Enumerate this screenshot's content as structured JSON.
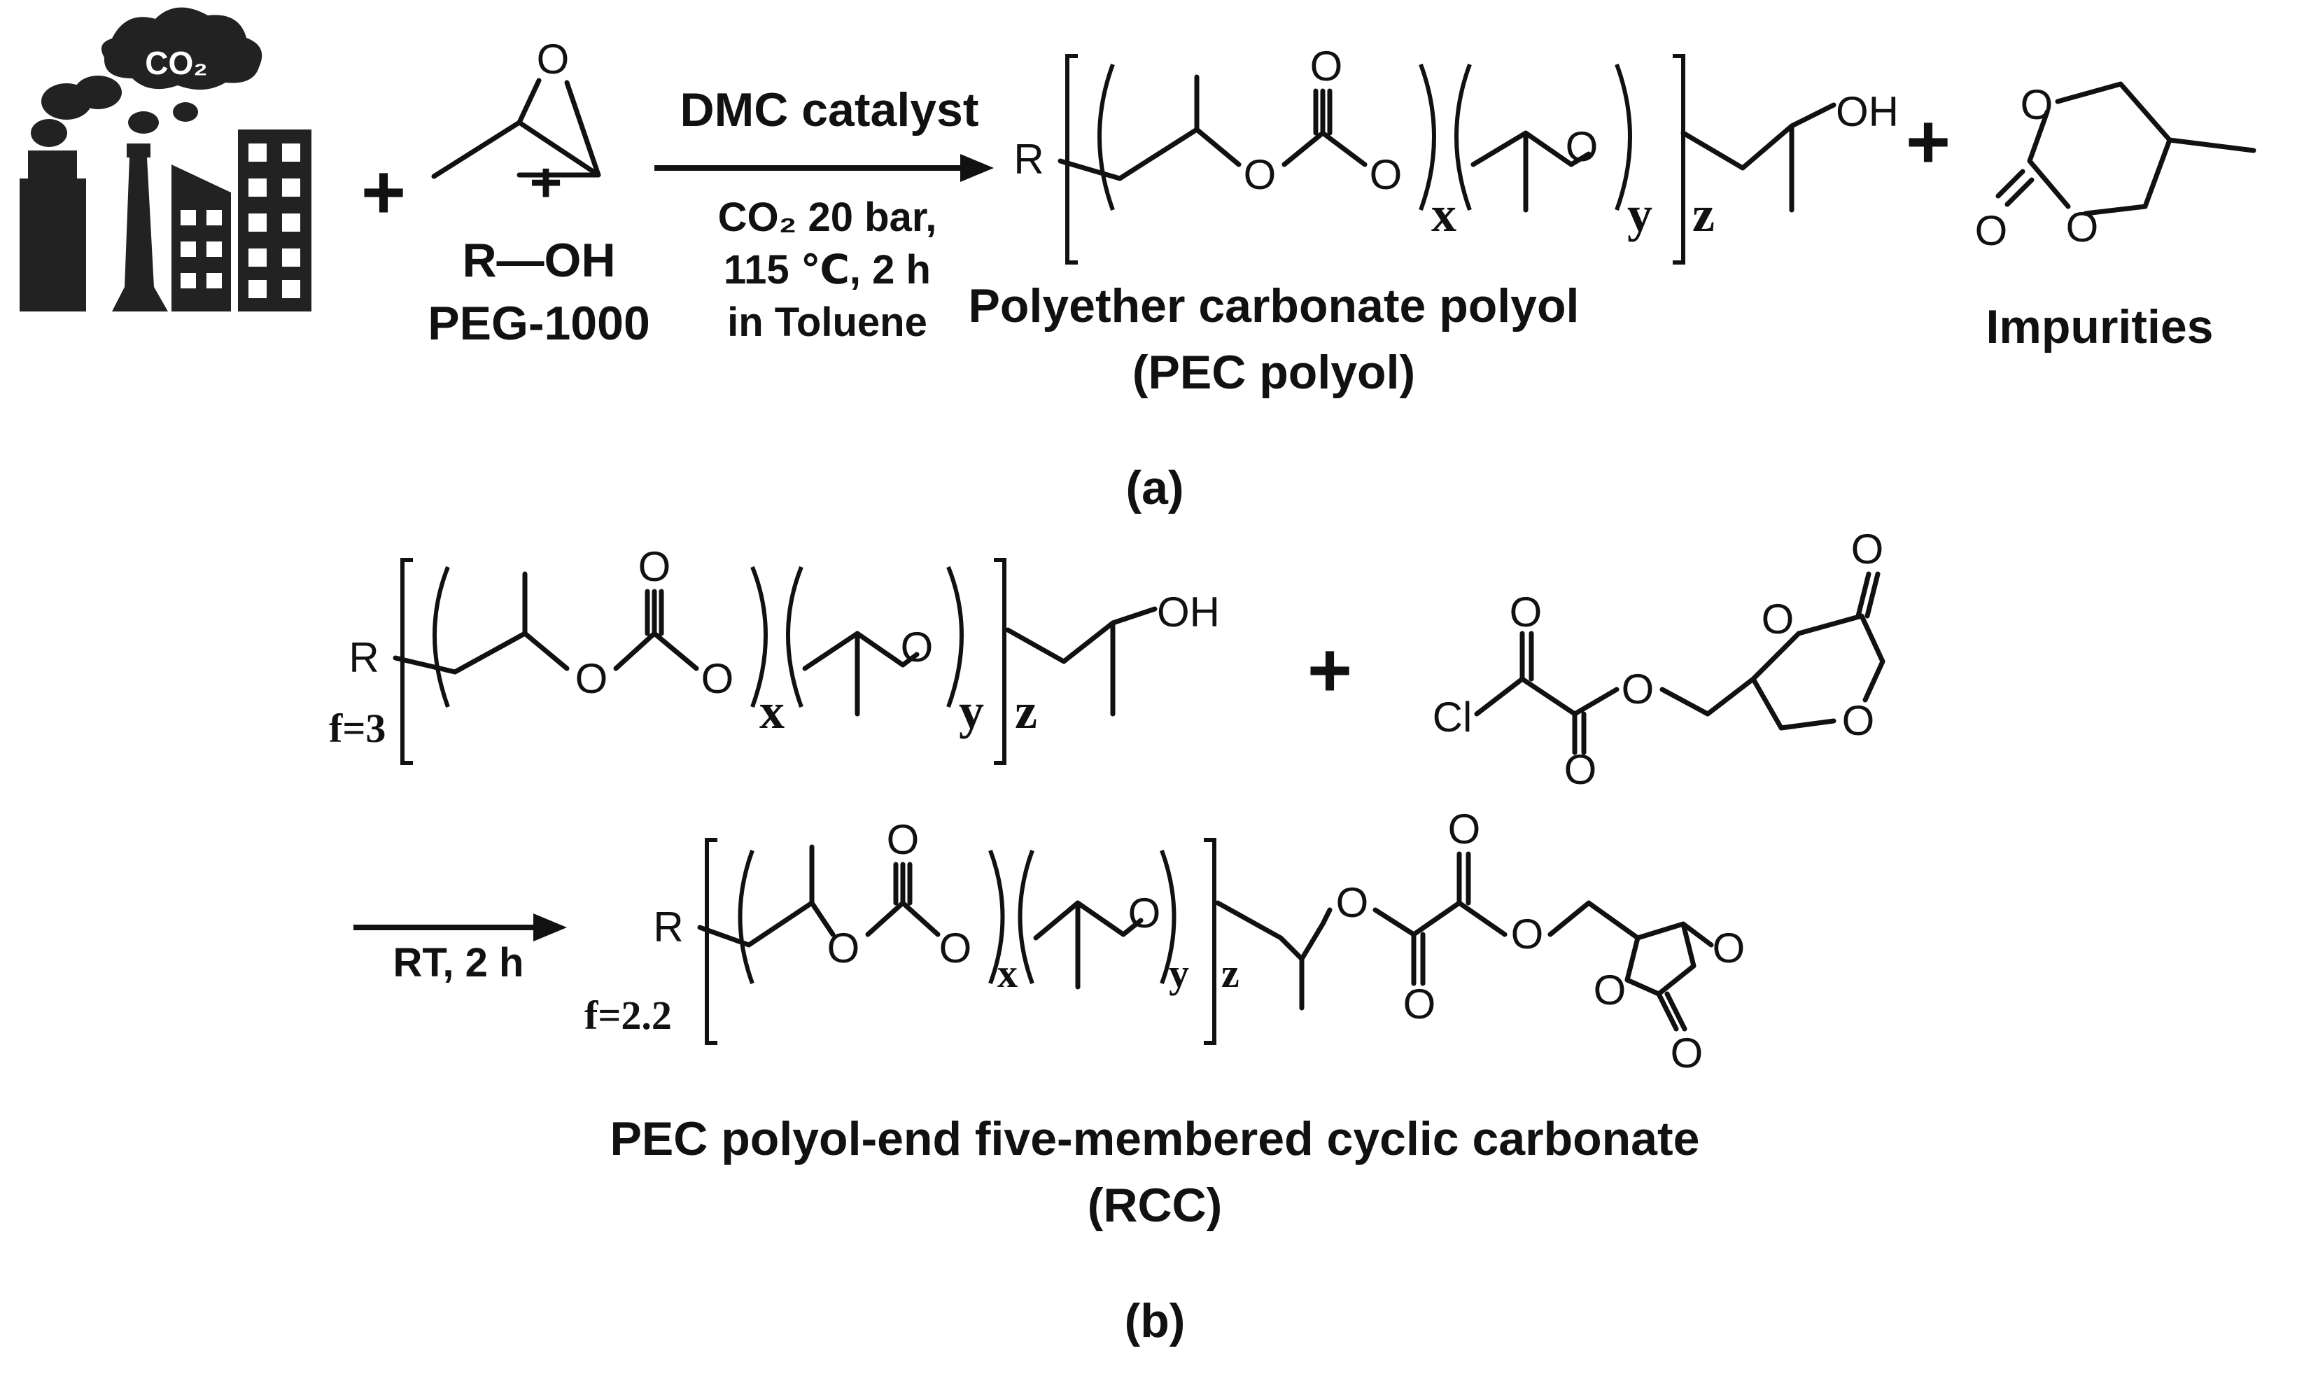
{
  "co2_cloud": "CO₂",
  "panel_a": {
    "cond_top": "DMC catalyst",
    "cond_1": "CO₂ 20 bar,",
    "cond_2": "115 ℃, 2 h",
    "cond_3": "in Toluene",
    "initiator": "R—OH",
    "initiator_name": "PEG-1000",
    "product_name_1": "Polyether carbonate polyol",
    "product_name_2": "(PEC polyol)",
    "impurity_name": "Impurities",
    "caption": "(a)"
  },
  "panel_b": {
    "f_reactant": "f=3",
    "cond": "RT, 2 h",
    "f_product": "f=2.2",
    "product_name_1": "PEC polyol-end five-membered cyclic carbonate",
    "product_name_2": "(RCC)",
    "caption": "(b)"
  },
  "atoms": {
    "R": "R",
    "O": "O",
    "OH": "OH",
    "Cl": "Cl",
    "x": "x",
    "y": "y",
    "z": "z",
    "plus": "+"
  }
}
